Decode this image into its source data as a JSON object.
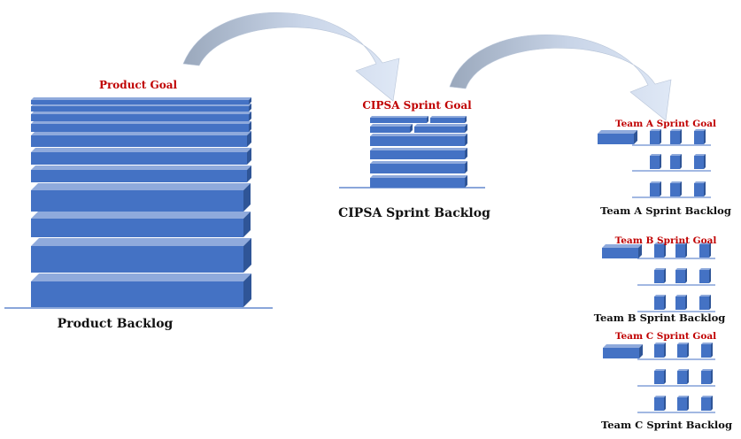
{
  "colors": {
    "block_front": "#4472c4",
    "block_top": "#8faadc",
    "block_side": "#2f5597",
    "goal_text": "#c00000",
    "caption_text": "#111111",
    "baseline": "#4472c4",
    "arrow": "#c5d3ea"
  },
  "product": {
    "goal": "Product Goal",
    "caption": "Product Backlog"
  },
  "cipsa": {
    "goal": "CIPSA Sprint Goal",
    "caption": "CIPSA Sprint Backlog"
  },
  "teams": [
    {
      "goal": "Team A Sprint Goal",
      "caption": "Team A Sprint Backlog"
    },
    {
      "goal": "Team B Sprint Goal",
      "caption": "Team B Sprint Backlog"
    },
    {
      "goal": "Team C Sprint Goal",
      "caption": "Team C Sprint Backlog"
    }
  ]
}
